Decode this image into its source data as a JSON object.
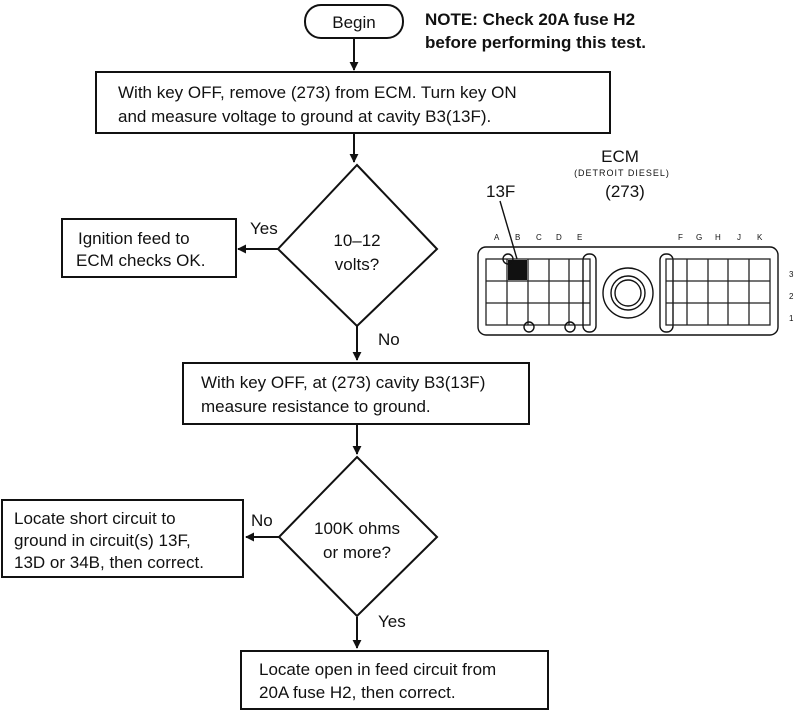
{
  "start": {
    "label": "Begin"
  },
  "note": {
    "line1": "NOTE: Check 20A fuse H2",
    "line2": "before performing this test."
  },
  "step1": {
    "line1": "With key OFF, remove (273) from ECM. Turn key ON",
    "line2": "and measure voltage to ground at cavity B3(13F)."
  },
  "decision1": {
    "line1": "10–12",
    "line2": "volts?",
    "yes_label": "Yes",
    "no_label": "No"
  },
  "result_ok": {
    "line1": "Ignition feed to",
    "line2": "ECM checks OK."
  },
  "step2": {
    "line1": "With key OFF, at (273) cavity B3(13F)",
    "line2": "measure resistance to ground."
  },
  "decision2": {
    "line1": "100K ohms",
    "line2": "or more?",
    "no_label": "No",
    "yes_label": "Yes"
  },
  "result_short": {
    "line1": "Locate short circuit to",
    "line2": "ground in circuit(s) 13F,",
    "line3": "13D or 34B, then correct."
  },
  "result_open": {
    "line1": "Locate open in feed circuit from",
    "line2": "20A fuse H2, then correct."
  },
  "connector": {
    "title": "ECM",
    "subtitle": "(DETROIT DIESEL)",
    "part": "(273)",
    "pin_callout": "13F",
    "columns_left": [
      "A",
      "B",
      "C",
      "D",
      "E"
    ],
    "columns_right": [
      "F",
      "G",
      "H",
      "J",
      "K"
    ],
    "rows": [
      "3",
      "2",
      "1"
    ]
  }
}
